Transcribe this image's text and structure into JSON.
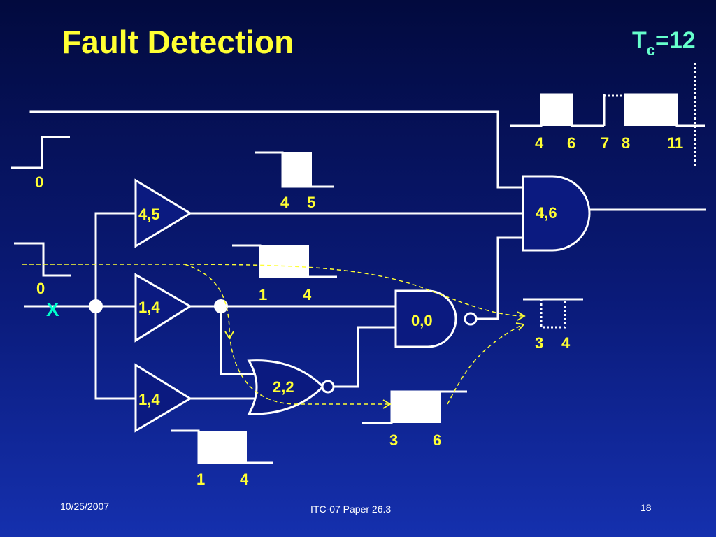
{
  "slide": {
    "title": "Fault Detection",
    "tc_label": "T",
    "tc_sub": "c",
    "tc_value": "=12"
  },
  "diagram": {
    "inputs": {
      "top_value": "0",
      "mid_value": "0",
      "fault_mark": "X"
    },
    "gates": {
      "buf_top": "4,5",
      "buf_mid": "1,4",
      "buf_bot": "1,4",
      "and_gate": "4,6",
      "nand_gate": "0,0",
      "nor_gate": "2,2"
    },
    "waveforms": {
      "top": {
        "labels": [
          "4",
          "6",
          "7",
          "8",
          "11"
        ]
      },
      "buf_top_out": {
        "labels": [
          "4",
          "5"
        ]
      },
      "buf_mid_out": {
        "labels": [
          "1",
          "4"
        ]
      },
      "nand_out": {
        "labels": [
          "3",
          "4"
        ]
      },
      "nor_out": {
        "labels": [
          "3",
          "6"
        ]
      },
      "buf_bot_out": {
        "labels": [
          "1",
          "4"
        ]
      }
    }
  },
  "footer": {
    "date": "10/25/2007",
    "center": "ITC-07 Paper 26.3",
    "page": "18"
  },
  "colors": {
    "accent_yellow": "#ffff33",
    "tc_cyan": "#66ffcc",
    "fault_cyan": "#00ffcc",
    "wire": "#ffffff",
    "gate_fill": "#0b1a80"
  }
}
